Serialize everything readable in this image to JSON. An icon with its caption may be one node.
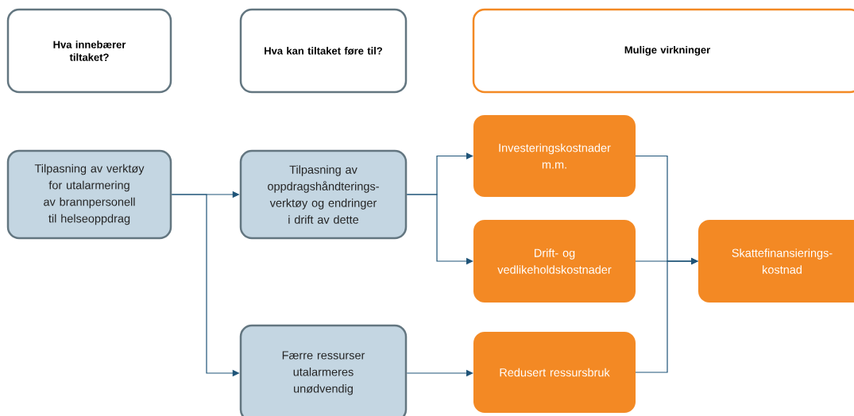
{
  "diagram": {
    "nodes": [
      {
        "text": [
          "Hva innebærer tiltaket?"
        ]
      },
      {
        "text": [
          "Hva kan tiltaket føre til?"
        ]
      },
      {
        "text": [
          "Mulige virkninger"
        ]
      },
      {
        "text": [
          "Tilpasning av verktøy for utalarmering av brannpersonell til helseoppdrag"
        ]
      },
      {
        "text": [
          "Tilpasning av oppdragshåndterings-verktøy og endringer i drift av dette"
        ]
      },
      {
        "text": [
          "Investeringskostnader m.m."
        ]
      },
      {
        "text": [
          "Drift- og vedlikeholdskostnader"
        ]
      },
      {
        "text": [
          "Skattefinansierings-kostnad"
        ]
      },
      {
        "text": [
          "Færre ressurser utalarmeres unødvendig"
        ]
      },
      {
        "text": [
          "Redusert ressursbruk"
        ]
      }
    ],
    "edges": [
      {
        "from": 3,
        "to": 4,
        "arrow": "to"
      },
      {
        "from": 3,
        "to": 8,
        "arrow": "to"
      },
      {
        "from": 4,
        "to": 5,
        "arrow": "to"
      },
      {
        "from": 4,
        "to": 6,
        "arrow": "to"
      },
      {
        "from": 8,
        "to": 9,
        "arrow": "to"
      },
      {
        "from": 5,
        "to": 7,
        "arrow": "to"
      },
      {
        "from": 6,
        "to": 7,
        "arrow": "to"
      },
      {
        "from": 9,
        "to": 7,
        "arrow": "to"
      }
    ]
  }
}
